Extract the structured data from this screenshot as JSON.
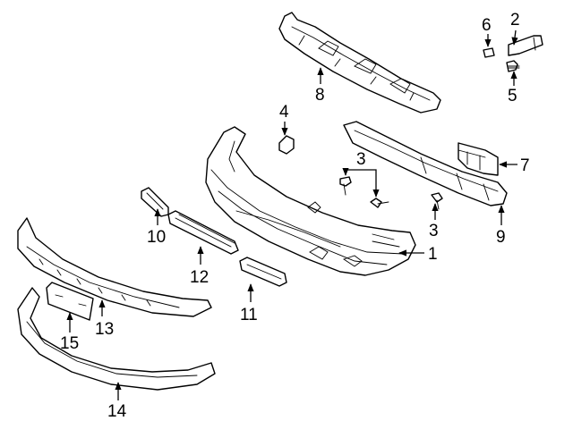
{
  "diagram": {
    "callouts": {
      "c1": "1",
      "c2": "2",
      "c3a": "3",
      "c3b": "3",
      "c4": "4",
      "c5": "5",
      "c6": "6",
      "c7": "7",
      "c8": "8",
      "c9": "9",
      "c10": "10",
      "c11": "11",
      "c12": "12",
      "c13": "13",
      "c14": "14",
      "c15": "15"
    },
    "colors": {
      "line": "#000000",
      "background": "#ffffff"
    }
  }
}
